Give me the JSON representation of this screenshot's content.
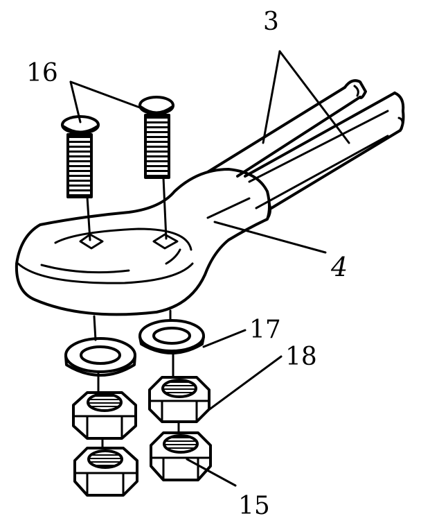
{
  "labels": {
    "tube": "3",
    "screws": "16",
    "bracket": "4",
    "washer": "17",
    "nut": "18",
    "locknut": "15"
  },
  "colors": {
    "ink": "#000000",
    "paper": "#ffffff"
  }
}
